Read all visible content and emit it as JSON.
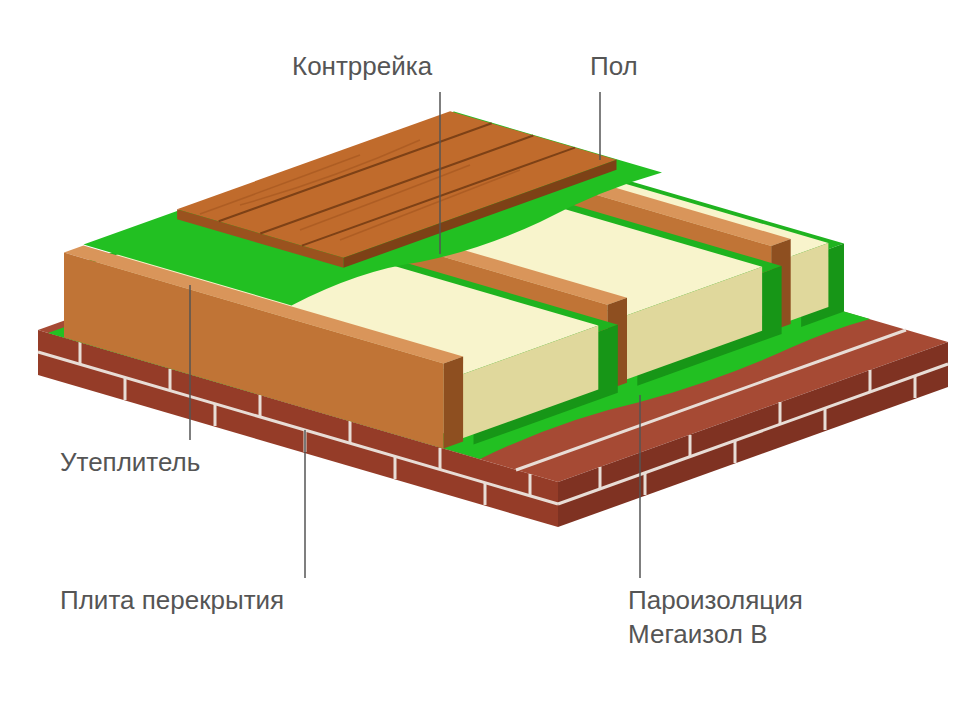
{
  "diagram": {
    "labels": [
      "Контррейка",
      "Пол",
      "Утеплитель",
      "Плита перекрытия",
      "Пароизоляция Мегаизол В"
    ]
  }
}
